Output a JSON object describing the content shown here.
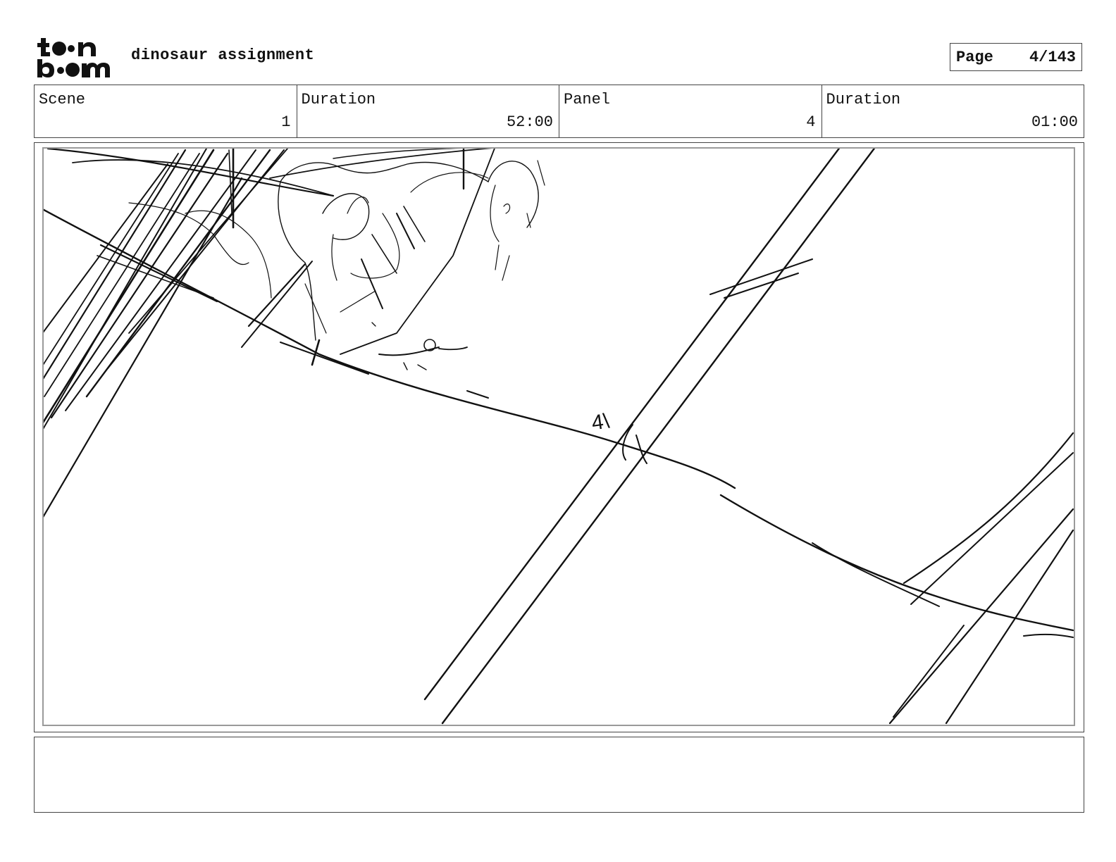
{
  "header": {
    "logo_text": "toon boom",
    "project_title": "dinosaur assignment",
    "page_label": "Page",
    "page_number": "4/143"
  },
  "info": {
    "scene_label": "Scene",
    "scene_value": "1",
    "scene_duration_label": "Duration",
    "scene_duration_value": "52:00",
    "panel_label": "Panel",
    "panel_value": "4",
    "panel_duration_label": "Duration",
    "panel_duration_value": "01:00"
  },
  "panel": {
    "sketch_annotation": "4\\"
  },
  "notes": {
    "text": ""
  }
}
